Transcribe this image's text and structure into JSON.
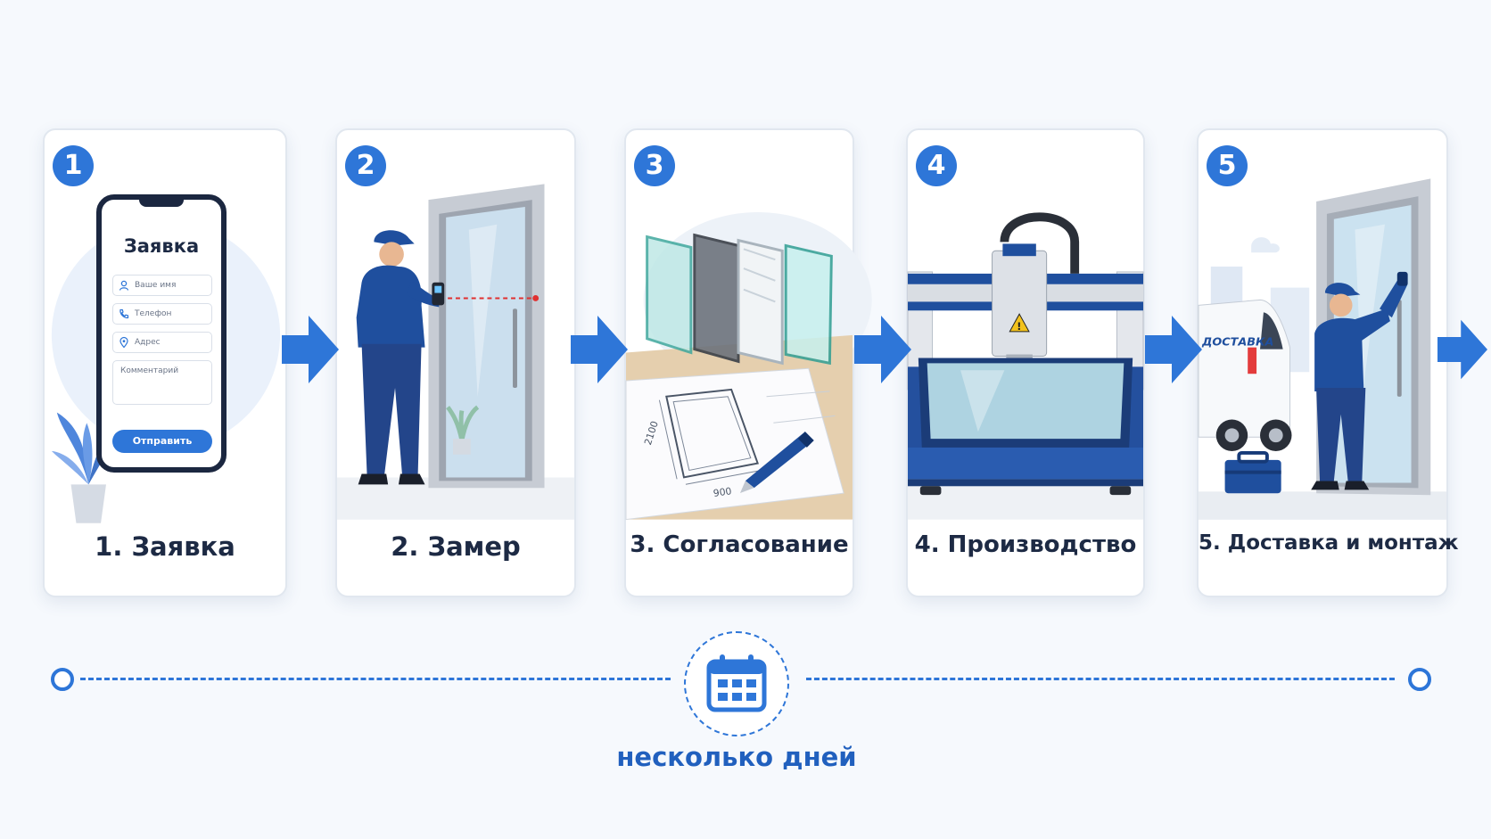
{
  "steps": [
    {
      "number": "1",
      "caption": "1. Заявка"
    },
    {
      "number": "2",
      "caption": "2. Замер"
    },
    {
      "number": "3",
      "caption": "3. Согласование"
    },
    {
      "number": "4",
      "caption": "4. Производство"
    },
    {
      "number": "5",
      "caption": "5. Доставка и монтаж"
    }
  ],
  "form": {
    "title": "Заявка",
    "name_placeholder": "Ваше имя",
    "phone_placeholder": "Телефон",
    "address_placeholder": "Адрес",
    "comment_placeholder": "Комментарий",
    "submit_label": "Отправить"
  },
  "drawing": {
    "height_label": "2100",
    "width_label": "900"
  },
  "van": {
    "label": "ДОСТАВКА"
  },
  "timeline": {
    "label": "несколько дней"
  },
  "colors": {
    "accent": "#2e76d8",
    "worker": "#1f4f9e",
    "text": "#1d2a44"
  }
}
